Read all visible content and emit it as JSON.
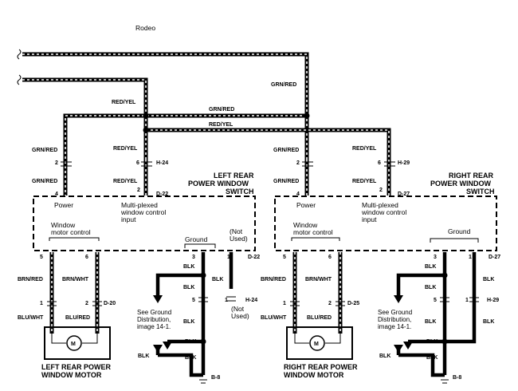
{
  "model": "Rodeo",
  "wire_colors": {
    "grn_red": "GRN/RED",
    "red_yel": "RED/YEL",
    "brn_red": "BRN/RED",
    "brn_wht": "BRN/WHT",
    "blu_wht": "BLU/WHT",
    "blu_red": "BLU/RED",
    "blk": "BLK"
  },
  "connectors": {
    "h24": "H-24",
    "h29": "H-29",
    "d22": "D-22",
    "d27": "D-27",
    "d20": "D-20",
    "d25": "D-25",
    "b8": "B-8"
  },
  "pins": [
    "1",
    "2",
    "3",
    "4",
    "5",
    "6"
  ],
  "left_switch": {
    "title": [
      "LEFT REAR",
      "POWER WINDOW",
      "SWITCH"
    ],
    "power": "Power",
    "mpx": [
      "Multi-plexed",
      "window control",
      "input"
    ],
    "motor_ctrl": [
      "Window",
      "motor control"
    ],
    "ground": "Ground",
    "not_used": [
      "(Not",
      "Used)"
    ]
  },
  "right_switch": {
    "title": [
      "RIGHT REAR",
      "POWER WINDOW",
      "SWITCH"
    ],
    "power": "Power",
    "mpx": [
      "Multi-plexed",
      "window control",
      "input"
    ],
    "motor_ctrl": [
      "Window",
      "motor control"
    ],
    "ground": "Ground"
  },
  "left_motor": [
    "LEFT REAR POWER",
    "WINDOW MOTOR"
  ],
  "right_motor": [
    "RIGHT REAR POWER",
    "WINDOW MOTOR"
  ],
  "motor_symbol": "M",
  "ground_note": [
    "See Ground",
    "Distribution,",
    "image 14-1."
  ],
  "not_used_h24": [
    "(Not",
    "Used)"
  ]
}
